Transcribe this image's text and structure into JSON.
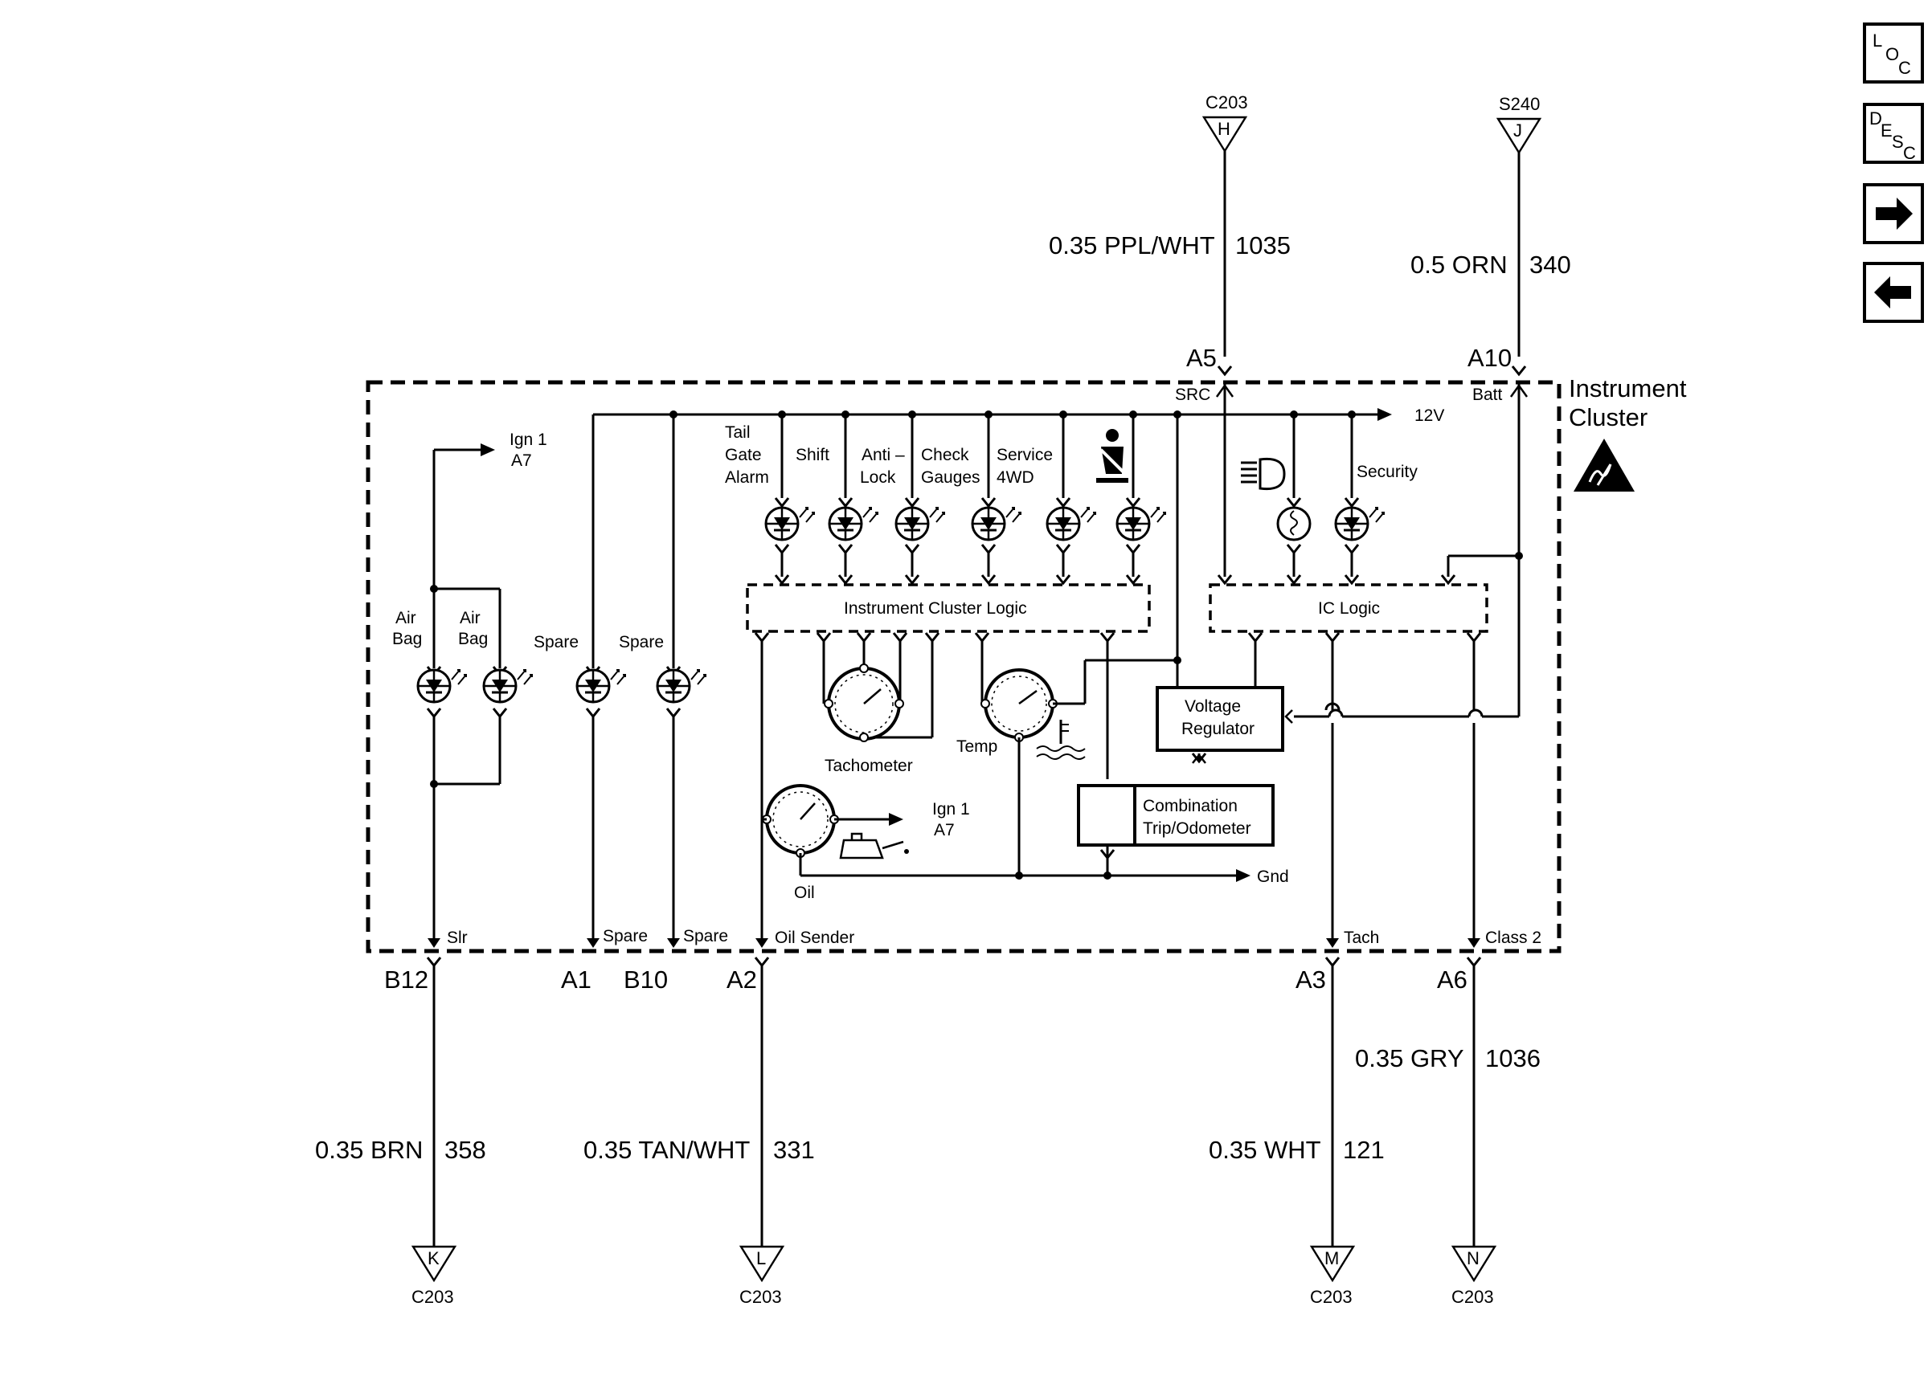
{
  "nav": {
    "loc": {
      "l1": "L",
      "l2": "O",
      "l3": "C"
    },
    "desc": {
      "l1": "D",
      "l2": "E",
      "l3": "S",
      "l4": "C"
    }
  },
  "cluster": {
    "title_line1": "Instrument",
    "title_line2": "Cluster",
    "src": "SRC",
    "batt": "Batt",
    "v12": "12V",
    "ign_top_1": "Ign 1",
    "ign_top_2": "A7",
    "ign_oil_1": "Ign 1",
    "ign_oil_2": "A7",
    "gnd": "Gnd"
  },
  "connectors_top": [
    {
      "id": "C203",
      "letter": "H",
      "pin": "A5",
      "wire": "0.35 PPL/WHT",
      "circuit": "1035"
    },
    {
      "id": "S240",
      "letter": "J",
      "pin": "A10",
      "wire": "0.5 ORN",
      "circuit": "340"
    }
  ],
  "connectors_bottom": [
    {
      "id": "C203",
      "letter": "K",
      "pin": "B12",
      "wire": "0.35 BRN",
      "circuit": "358",
      "inner": "Slr"
    },
    {
      "id": "C203",
      "letter": "L",
      "pin": "A2",
      "wire": "0.35 TAN/WHT",
      "circuit": "331",
      "inner": "Oil Sender"
    },
    {
      "id": "C203",
      "letter": "M",
      "pin": "A3",
      "wire": "0.35 WHT",
      "circuit": "121",
      "inner": "Tach"
    },
    {
      "id": "C203",
      "letter": "N",
      "pin": "A6",
      "wire": "0.35 GRY",
      "circuit": "1036",
      "inner": "Class 2"
    }
  ],
  "spare_pins": [
    {
      "pin": "A1",
      "inner": "Spare"
    },
    {
      "pin": "B10",
      "inner": "Spare"
    }
  ],
  "indicators": {
    "airbag1_1": "Air",
    "airbag1_2": "Bag",
    "airbag2_1": "Air",
    "airbag2_2": "Bag",
    "spare1": "Spare",
    "spare2": "Spare",
    "tailgate_1": "Tail",
    "tailgate_2": "Gate",
    "tailgate_3": "Alarm",
    "shift": "Shift",
    "antilock_1": "Anti –",
    "antilock_2": "Lock",
    "check_1": "Check",
    "check_2": "Gauges",
    "service_1": "Service",
    "service_2": "4WD",
    "security": "Security"
  },
  "modules": {
    "icl": "Instrument Cluster Logic",
    "ic_logic": "IC Logic",
    "vreg_1": "Voltage",
    "vreg_2": "Regulator",
    "combo_1": "Combination",
    "combo_2": "Trip/Odometer"
  },
  "gauges": {
    "tach": "Tachometer",
    "temp": "Temp",
    "oil": "Oil"
  }
}
